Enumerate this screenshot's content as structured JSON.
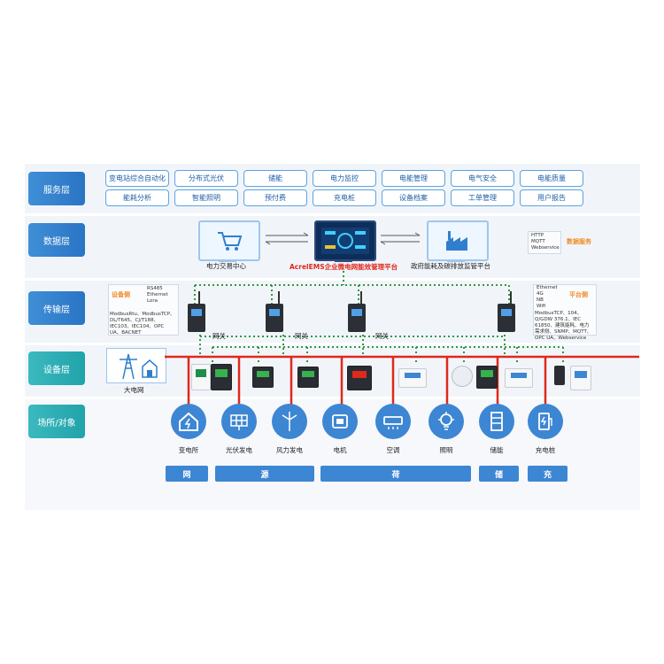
{
  "layers": {
    "service": "服务层",
    "data": "数据层",
    "transport": "传输层",
    "device": "设备层",
    "scene": "场所/对象"
  },
  "services_row1": [
    "变电站综合自动化",
    "分布式光伏",
    "储能",
    "电力监控",
    "电能管理",
    "电气安全",
    "电能质量"
  ],
  "services_row2": [
    "能耗分析",
    "智能照明",
    "预付费",
    "充电桩",
    "设备档案",
    "工单管理",
    "用户报告"
  ],
  "data_layer": {
    "left_label": "电力交易中心",
    "center_label": "AcrelEMS企业微电网能效管理平台",
    "right_label": "政府能耗及碳排放监管平台",
    "protocols": [
      "HTTP",
      "MQTT",
      "Webservice"
    ],
    "data_service": "数据服务"
  },
  "transport": {
    "left_title": "设备侧",
    "left_protocols_top": [
      "RS485",
      "Ethernet",
      "Lora"
    ],
    "left_protocols_bottom": "ModbusRtu、ModbusTCP、DL/T645、CJ/T188、IEC103、IEC104、OPC UA、BACNET",
    "right_protocols_top": [
      "Ethernet",
      "4G",
      "NB",
      "Wifi"
    ],
    "right_title": "平台侧",
    "right_protocols_bottom": "ModbusTCP、104、Q/GDW 376.1、IEC 61850、建筑能耗、电力需求侧、SNMP、MQTT、OPC UA、Webservice",
    "gateway_label": "网关",
    "gateways": [
      "网关",
      "网关",
      "网关"
    ]
  },
  "device": {
    "grid_label": "大电网"
  },
  "scenes": [
    "变电所",
    "光伏发电",
    "风力发电",
    "电机",
    "空调",
    "照明",
    "储能",
    "充电桩"
  ],
  "categories": [
    "网",
    "源",
    "荷",
    "储",
    "充"
  ],
  "colors": {
    "layer_blue": "#2f7fce",
    "layer_teal": "#25a8ae",
    "bus_red": "#e0281c",
    "comm_green": "#2e9a3f",
    "category_blue": "#3d86d3"
  }
}
